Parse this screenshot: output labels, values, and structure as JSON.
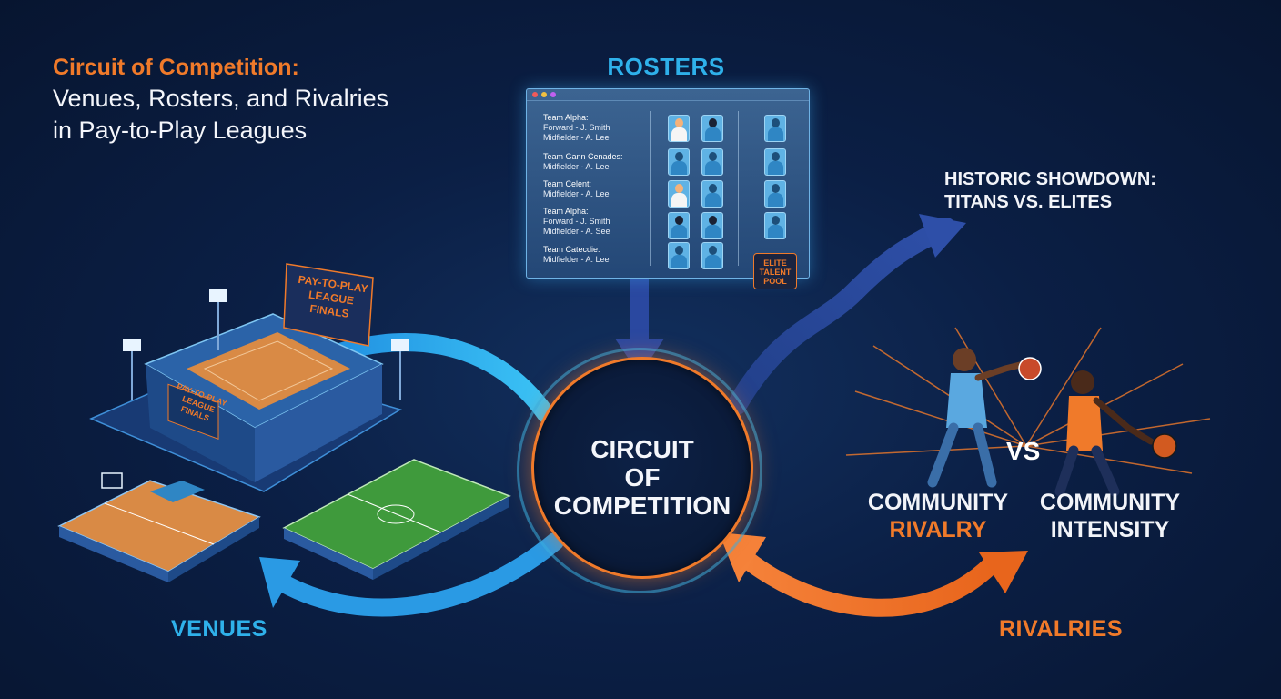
{
  "title": {
    "line1": "Circuit of Competition:",
    "line2": "Venues, Rosters, and Rivalries",
    "line3": "in Pay-to-Play Leagues"
  },
  "labels": {
    "rosters": "ROSTERS",
    "venues": "VENUES",
    "rivalries": "RIVALRIES"
  },
  "center": {
    "line1": "CIRCUIT",
    "line2": "OF",
    "line3": "COMPETITION"
  },
  "showdown": {
    "line1": "HISTORIC SHOWDOWN:",
    "line2": "TITANS VS. ELITES"
  },
  "roster_entries": [
    {
      "team": "Team Alpha:",
      "lines": [
        "Forward - J. Smith",
        "Midfielder - A. Lee"
      ]
    },
    {
      "team": "Team Gann Cenades:",
      "lines": [
        "Midfielder - A. Lee"
      ]
    },
    {
      "team": "Team Celent:",
      "lines": [
        "Midfielder - A. Lee"
      ]
    },
    {
      "team": "Team Alpha:",
      "lines": [
        "Forward - J. Smith",
        "Midfielder - A. See"
      ]
    },
    {
      "team": "Team Catecdie:",
      "lines": [
        "Midfielder - A. Lee"
      ]
    }
  ],
  "elite_pool": {
    "line1": "ELITE",
    "line2": "TALENT",
    "line3": "POOL"
  },
  "venue_signs": {
    "billboard_line1": "PAY-TO-PLAY",
    "billboard_line2": "LEAGUE FINALS",
    "arena_sign_line1": "PAY-TO-PLAY",
    "arena_sign_line2": "LEAGUE FINALS"
  },
  "rivalry": {
    "vs": "VS",
    "left_line1": "COMMUNITY",
    "left_line2": "RIVALRY",
    "right_line1": "COMMUNITY",
    "right_line2": "INTENSITY"
  },
  "colors": {
    "accent_blue": "#2fb1ea",
    "accent_orange": "#f07a2a",
    "background": "#0b1f45",
    "text": "#f4f6fb"
  },
  "icons": [
    "stadium-icon",
    "basketball-court-icon",
    "soccer-field-icon",
    "player-avatar-icon",
    "basketball-player-icon",
    "basketball-icon"
  ]
}
